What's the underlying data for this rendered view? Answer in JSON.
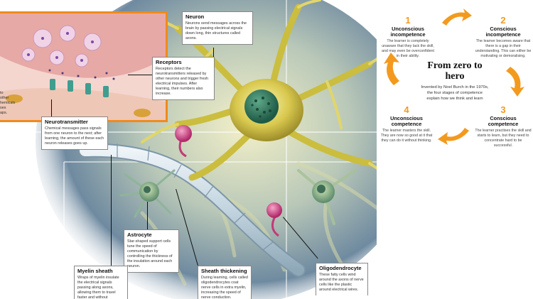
{
  "colors": {
    "accent": "#f39a1e",
    "inset_border": "#f08a1c"
  },
  "labels": {
    "neuron": {
      "title": "Neuron",
      "body": "Neurons send messages across the brain by passing electrical signals down long, thin structures called axons."
    },
    "receptors": {
      "title": "Receptors",
      "body": "Receptors detect the neurotransmitters released by other neurons and trigger fresh electrical impulses. After learning, their numbers also increase."
    },
    "neurotransmitter": {
      "title": "Neurotransmitter",
      "body": "Chemical messages pass signals from one neuron to the next; after learning, the amount of these each neuron releases goes up."
    },
    "inset_partial": [
      "to other",
      "hemicals",
      "ses",
      "aps."
    ],
    "astrocyte": {
      "title": "Astrocyte",
      "body": "Star-shaped support cells tune the speed of communication by controlling the thickness of the insulation around each neuron."
    },
    "myelin_sheath": {
      "title": "Myelin sheath",
      "body": "Wraps of myelin insulate the electrical signals passing along axons, allowing them to travel faster and without interference."
    },
    "sheath_thickening": {
      "title": "Sheath thickening",
      "body": "During learning, cells called oligodendrocytes coat nerve cells in extra myelin, increasing the speed of nerve conduction."
    },
    "oligodendrocyte": {
      "title": "Oligodendrocyte",
      "body": "These fatty cells wind around the axons of nerve cells like the plastic around electrical wires."
    }
  },
  "panel": {
    "title": "From zero to hero",
    "subtitle": "Invented by Noel Burch in the 1970s, the four stages of competence explain how we think and learn",
    "stages": [
      {
        "number": "1",
        "title": "Unconscious incompetence",
        "desc": "The learner is completely unaware that they lack the skill, and may even be overconfident in their ability."
      },
      {
        "number": "2",
        "title": "Conscious incompetence",
        "desc": "The learner becomes aware that there is a gap in their understanding. This can either be motivating or demoralising."
      },
      {
        "number": "3",
        "title": "Conscious competence",
        "desc": "The learner practises the skill and starts to learn, but they need to concentrate hard to be successful."
      },
      {
        "number": "4",
        "title": "Unconscious competence",
        "desc": "The learner masters the skill. They are now so good at it that they can do it without thinking."
      }
    ]
  }
}
